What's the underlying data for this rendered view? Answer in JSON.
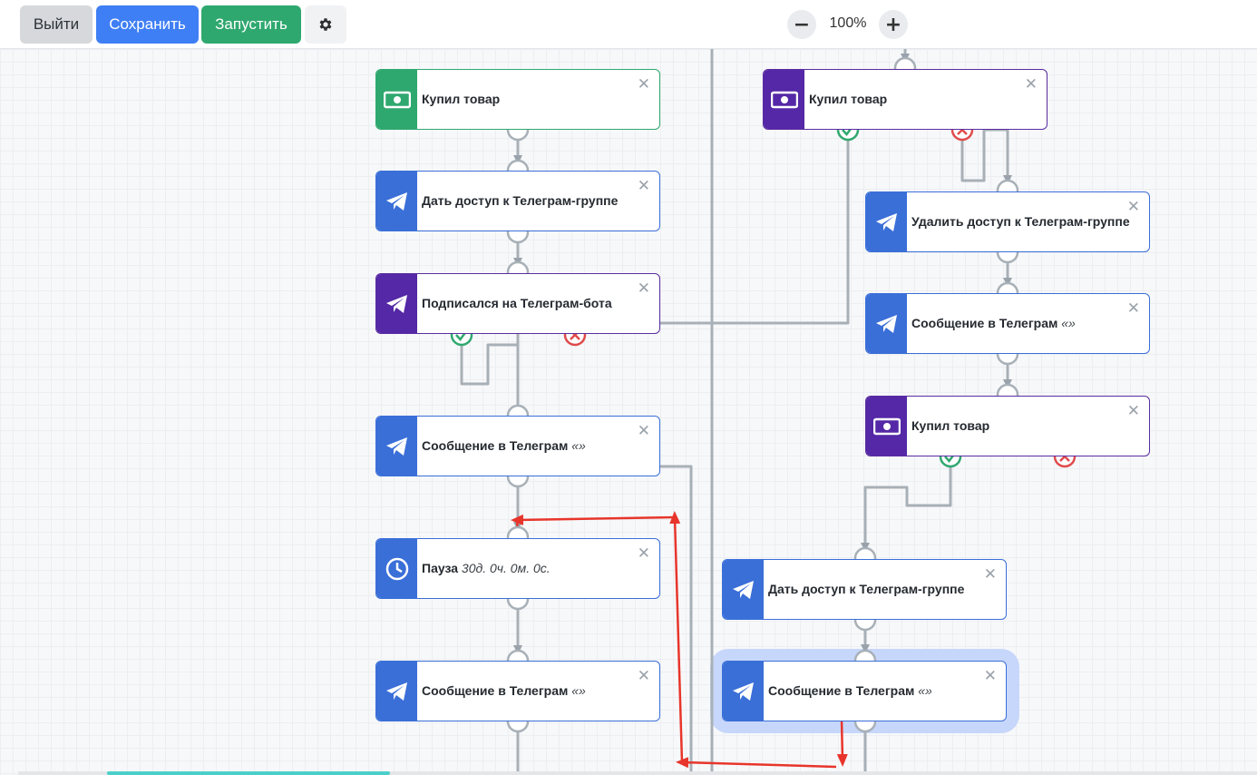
{
  "toolbar": {
    "exit_label": "Выйти",
    "save_label": "Сохранить",
    "run_label": "Запустить",
    "settings_icon": "gear-icon",
    "zoom_out_label": "−",
    "zoom_in_label": "+",
    "zoom_level": "100%"
  },
  "colors": {
    "save": "#3f7ff5",
    "run": "#2fa86f",
    "node_blue": "#3a6fd8",
    "node_green": "#2fa86f",
    "node_purple": "#5428a6",
    "success": "#2fa86f",
    "failure": "#e04b4b",
    "annotation_arrow": "#e8352b",
    "selection": "#c7d7fb"
  },
  "nodes": [
    {
      "id": "n1",
      "title": "Купил товар",
      "detail": "",
      "icon": "money-icon",
      "color": "green"
    },
    {
      "id": "n2",
      "title": "Дать доступ к Телеграм-группе",
      "detail": "",
      "icon": "telegram-icon",
      "color": "blue"
    },
    {
      "id": "n3",
      "title": "Подписался на Телеграм-бота",
      "detail": "",
      "icon": "telegram-icon",
      "color": "purple"
    },
    {
      "id": "n4",
      "title": "Сообщение в Телеграм",
      "detail": "«»",
      "icon": "telegram-icon",
      "color": "blue"
    },
    {
      "id": "n5",
      "title": "Пауза",
      "detail": "30д. 0ч. 0м. 0с.",
      "icon": "clock-icon",
      "color": "blue"
    },
    {
      "id": "n6",
      "title": "Сообщение в Телеграм",
      "detail": "«»",
      "icon": "telegram-icon",
      "color": "blue"
    },
    {
      "id": "n7",
      "title": "Купил товар",
      "detail": "",
      "icon": "money-icon",
      "color": "purple"
    },
    {
      "id": "n8",
      "title": "Удалить доступ к Телеграм-группе",
      "detail": "",
      "icon": "telegram-icon",
      "color": "blue"
    },
    {
      "id": "n9",
      "title": "Сообщение в Телеграм",
      "detail": "«»",
      "icon": "telegram-icon",
      "color": "blue"
    },
    {
      "id": "n10",
      "title": "Купил товар",
      "detail": "",
      "icon": "money-icon",
      "color": "purple"
    },
    {
      "id": "n11",
      "title": "Дать доступ к Телеграм-группе",
      "detail": "",
      "icon": "telegram-icon",
      "color": "blue"
    },
    {
      "id": "n12",
      "title": "Сообщение в Телеграм",
      "detail": "«»",
      "icon": "telegram-icon",
      "color": "blue",
      "selected": true
    }
  ]
}
